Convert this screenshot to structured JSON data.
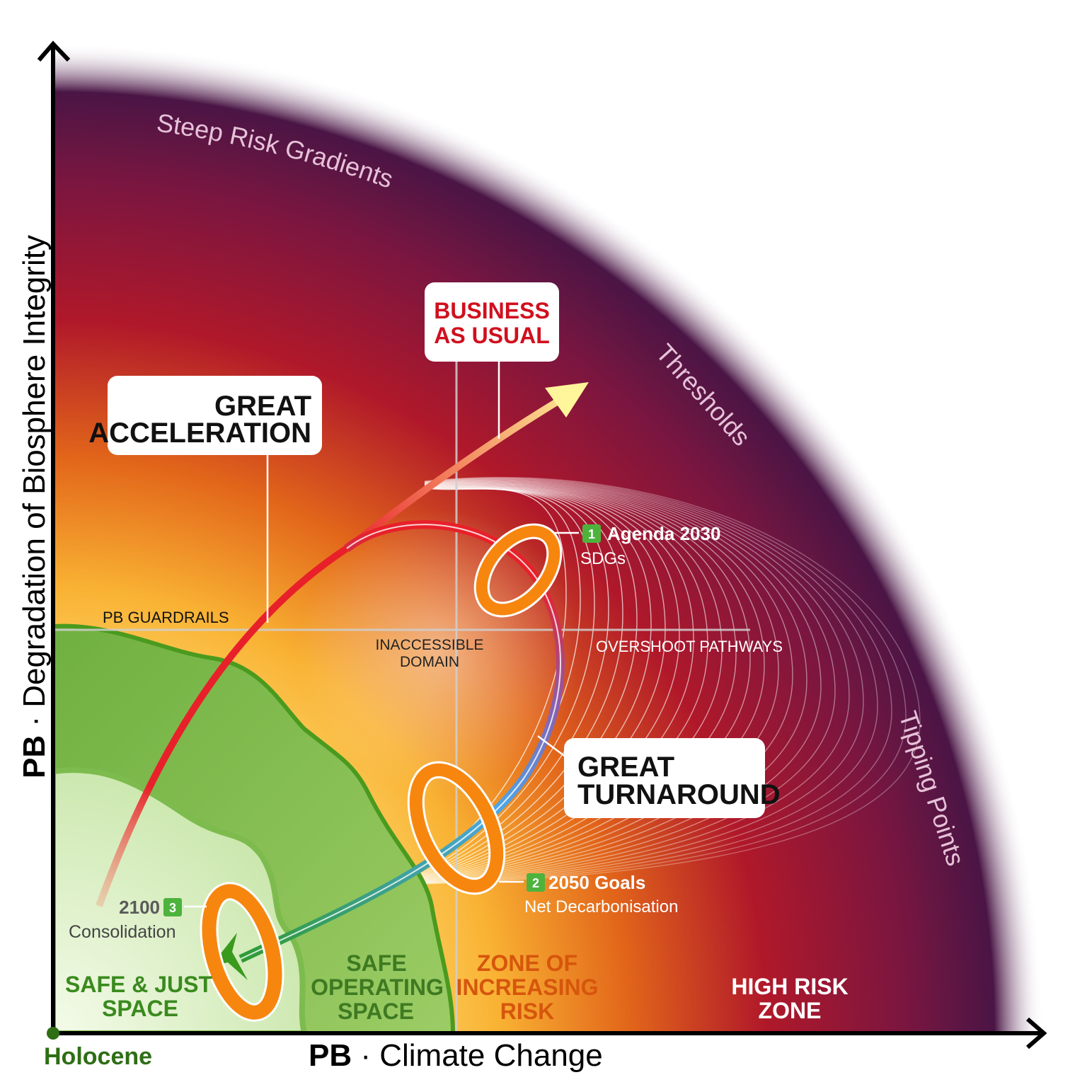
{
  "axes": {
    "x_label_bold": "PB",
    "x_label_rest": " · Climate Change",
    "y_label_bold": "PB",
    "y_label_rest": " · Degradation of Biosphere Integrity",
    "origin_label": "Holocene"
  },
  "arc_labels": {
    "steep": "Steep Risk Gradients",
    "thresholds": "Thresholds",
    "tipping": "Tipping Points"
  },
  "callouts": {
    "great_acceleration": [
      "GREAT",
      "ACCELERATION"
    ],
    "business_as_usual": [
      "BUSINESS",
      "AS USUAL"
    ],
    "great_turnaround": [
      "GREAT",
      "TURNAROUND"
    ]
  },
  "region_labels": {
    "pb_guardrails": "PB GUARDRAILS",
    "inaccessible": [
      "INACCESSIBLE",
      "DOMAIN"
    ],
    "overshoot": "OVERSHOOT PATHWAYS",
    "safe_just": [
      "SAFE & JUST",
      "SPACE"
    ],
    "safe_operating": [
      "SAFE",
      "OPERATING",
      "SPACE"
    ],
    "zone_increasing": [
      "ZONE OF",
      "INCREASING",
      "RISK"
    ],
    "high_risk": [
      "HIGH RISK",
      "ZONE"
    ]
  },
  "milestones": [
    {
      "number": "1",
      "title": "Agenda 2030",
      "subtitle": "SDGs"
    },
    {
      "number": "2",
      "title": "2050 Goals",
      "subtitle": "Net Decarbonisation"
    },
    {
      "number": "3",
      "title": "2100",
      "subtitle": "Consolidation"
    }
  ],
  "colors": {
    "green_dark": "#3a8a1e",
    "green_badge": "#4db33d",
    "orange_ring": "#f7860f",
    "bau_red": "#d0101e",
    "zone_orange": "#d6560d",
    "purple": "#4a1545"
  }
}
